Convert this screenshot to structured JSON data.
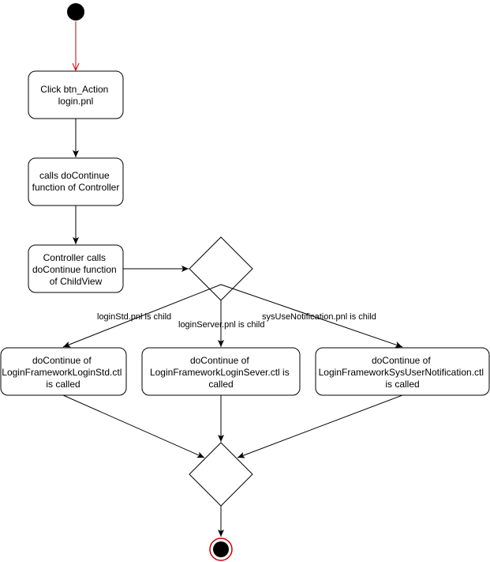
{
  "diagram": {
    "nodes": {
      "click_action": {
        "lines": [
          "Click btn_Action",
          "login.pnl"
        ]
      },
      "calls_do_continue": {
        "lines": [
          "calls doContinue",
          "function of Controller"
        ]
      },
      "controller_calls": {
        "lines": [
          "Controller calls",
          "doContinue function",
          "of ChildView"
        ]
      },
      "login_std": {
        "lines": [
          "doContinue of",
          "LoginFrameworkLoginStd.ctl",
          "is called"
        ]
      },
      "login_server": {
        "lines": [
          "doContinue of",
          "LoginFrameworkLoginSever.ctl is",
          "called"
        ]
      },
      "sys_user_notification": {
        "lines": [
          "doContinue of",
          "LoginFrameworkSysUserNotification.ctl",
          "is called"
        ]
      }
    },
    "edge_labels": {
      "login_std": "loginStd.pnl is child",
      "login_server": "loginServer.pnl is child",
      "sys_use_notification": "sysUseNotification.pnl is child"
    },
    "colors": {
      "start_fill": "#000000",
      "start_edge": "#cc0000",
      "end_ring": "#cc0000",
      "line": "#000000"
    }
  }
}
